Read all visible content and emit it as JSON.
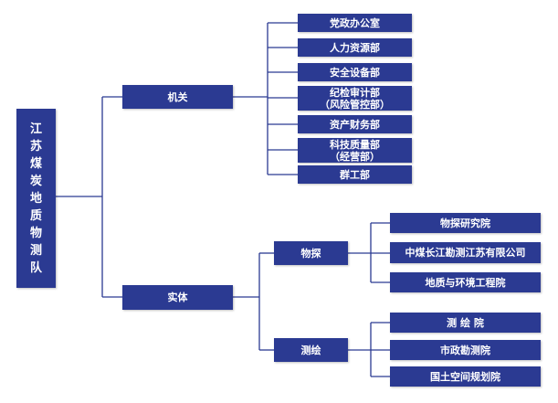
{
  "root": {
    "chars": [
      "江",
      "苏",
      "煤",
      "炭",
      "地",
      "质",
      "物",
      "测",
      "队"
    ]
  },
  "l1": {
    "jiguan": "机关",
    "shiti": "实体"
  },
  "jiguan_children": {
    "c1": "党政办公室",
    "c2": "人力资源部",
    "c3": "安全设备部",
    "c4_line1": "纪检审计部",
    "c4_line2": "（风险管控部）",
    "c5": "资产财务部",
    "c6_line1": "科技质量部",
    "c6_line2": "（经营部）",
    "c7": "群工部"
  },
  "shiti_children": {
    "wutan": "物探",
    "cehui": "测绘"
  },
  "wutan_children": {
    "c1": "物探研究院",
    "c2": "中煤长江勘测江苏有限公司",
    "c3": "地质与环境工程院"
  },
  "cehui_children": {
    "c1": "测 绘 院",
    "c2": "市政勘测院",
    "c3": "国土空间规划院"
  }
}
